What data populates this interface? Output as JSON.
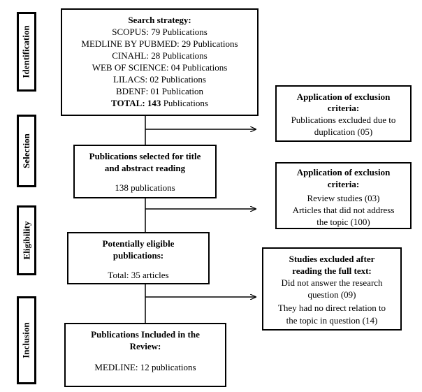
{
  "stages": {
    "identification": "Identification",
    "selection": "Selection",
    "eligibility": "Eligibility",
    "inclusion": "Inclusion"
  },
  "search": {
    "title": "Search strategy:",
    "lines": [
      "SCOPUS: 79 Publications",
      "MEDLINE BY PUBMED: 29 Publications",
      "CINAHL: 28 Publications",
      "WEB OF SCIENCE: 04 Publications",
      "LILACS: 02 Publications",
      "BDENF: 01 Publication"
    ],
    "total_label": "TOTAL: 143",
    "total_rest": " Publications"
  },
  "exclusion1": {
    "title_1": "Application of exclusion",
    "title_2": "criteria:",
    "line_1": "Publications excluded due to",
    "line_2": "duplication (05)"
  },
  "selected": {
    "title_1": "Publications selected for title",
    "title_2": "and abstract reading",
    "count": "138 publications"
  },
  "exclusion2": {
    "title_1": "Application of exclusion",
    "title_2": "criteria:",
    "line_1": "Review studies (03)",
    "line_2": "Articles that did not address",
    "line_3": "the topic (100)"
  },
  "eligible": {
    "title_1": "Potentially eligible",
    "title_2": "publications:",
    "count": "Total: 35 articles"
  },
  "exclusion3": {
    "title_1": "Studies excluded after",
    "title_2": "reading the full text:",
    "line_1": "Did not answer the research",
    "line_2": "question (09)",
    "line_3": "They had no direct relation to",
    "line_4": "the topic in question (14)"
  },
  "included": {
    "title_1": "Publications Included in the",
    "title_2": "Review:",
    "count": "MEDLINE: 12 publications"
  }
}
